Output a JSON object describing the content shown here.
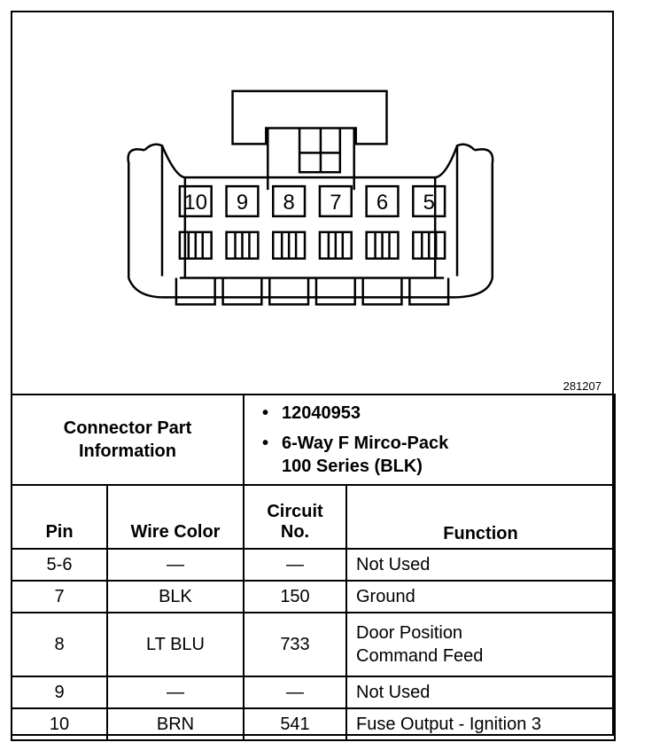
{
  "figure_id": "281207",
  "connector": {
    "pins_visible": [
      "10",
      "9",
      "8",
      "7",
      "6",
      "5"
    ]
  },
  "info": {
    "label_line1": "Connector Part",
    "label_line2": "Information",
    "bullet_symbol": "•",
    "part_number": "12040953",
    "description_line1": "6-Way F Mirco-Pack",
    "description_line2": "100 Series (BLK)"
  },
  "columns": {
    "pin": "Pin",
    "wire_color": "Wire Color",
    "circuit_line1": "Circuit",
    "circuit_line2": "No.",
    "function": "Function"
  },
  "rows": [
    {
      "pin": "5-6",
      "wire_color": "—",
      "circuit": "—",
      "function": "Not Used",
      "function2": ""
    },
    {
      "pin": "7",
      "wire_color": "BLK",
      "circuit": "150",
      "function": "Ground",
      "function2": ""
    },
    {
      "pin": "8",
      "wire_color": "LT BLU",
      "circuit": "733",
      "function": "Door Position",
      "function2": "Command Feed"
    },
    {
      "pin": "9",
      "wire_color": "—",
      "circuit": "—",
      "function": "Not Used",
      "function2": ""
    },
    {
      "pin": "10",
      "wire_color": "BRN",
      "circuit": "541",
      "function": "Fuse Output - Ignition 3",
      "function2": ""
    }
  ]
}
